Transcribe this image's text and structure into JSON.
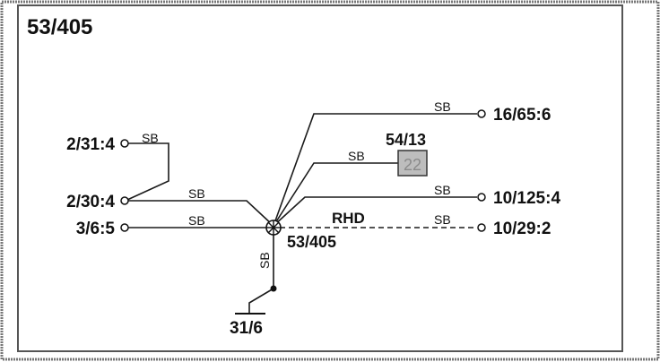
{
  "diagram": {
    "title": "53/405",
    "hub_label": "53/405",
    "component_label": "54/13",
    "component_badge": "22",
    "ground_label": "31/6",
    "rhd_label": "RHD",
    "wire_color_code": "SB",
    "connectors": {
      "c_2_31_4": "2/31:4",
      "c_2_30_4": "2/30:4",
      "c_3_6_5": "3/6:5",
      "c_16_65_6": "16/65:6",
      "c_10_125_4": "10/125:4",
      "c_10_29_2": "10/29:2"
    }
  }
}
